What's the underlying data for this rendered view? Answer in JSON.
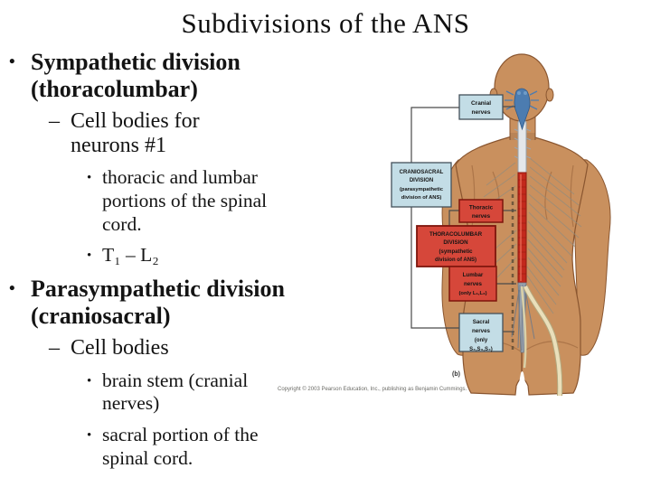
{
  "slide": {
    "title": "Subdivisions of the ANS",
    "outline": [
      {
        "marker": "•",
        "text": "Sympathetic division (thoracolumbar)"
      },
      {
        "marker": "–",
        "text": "Cell bodies for neurons #1"
      },
      {
        "marker": "•",
        "text": "thoracic and lumbar portions of the spinal cord."
      },
      {
        "marker": "•",
        "text": "T₁ – L₂"
      },
      {
        "marker": "•",
        "text": "Parasympathetic division (craniosacral)"
      },
      {
        "marker": "–",
        "text": "Cell bodies"
      },
      {
        "marker": "•",
        "text": "brain stem (cranial nerves)"
      },
      {
        "marker": "•",
        "text": "sacral portion of the spinal cord."
      }
    ]
  },
  "figure": {
    "labels": {
      "cranial": {
        "lines": [
          "Cranial",
          "nerves"
        ]
      },
      "craniosacral": {
        "lines": [
          "CRANIOSACRAL",
          "DIVISION",
          "(parasympathetic",
          "division of ANS)"
        ]
      },
      "thoracic": {
        "lines": [
          "Thoracic",
          "nerves"
        ]
      },
      "thoracolumbar": {
        "lines": [
          "THORACOLUMBAR",
          "DIVISION",
          "(sympathetic",
          "division of ANS)"
        ]
      },
      "lumbar": {
        "lines": [
          "Lumbar",
          "nerves",
          "(only L₁,L₂)"
        ]
      },
      "sacral": {
        "lines": [
          "Sacral",
          "nerves",
          "(only",
          "S₂,S₃,S₄)"
        ]
      },
      "sub_label": "(b)"
    },
    "colors": {
      "skin": "#c9905e",
      "skin_outline": "#8a5630",
      "box_blue": "#c3dde6",
      "box_blue_border": "#44505a",
      "box_red": "#d6473a",
      "box_red_border": "#7e150c",
      "cord_red": "#c3291c",
      "brainstem_blue": "#4c7cb0",
      "nerve_gray": "#938c7d",
      "sciatic_cream": "#eadfba"
    },
    "copyright": "Copyright © 2003 Pearson Education, Inc., publishing as Benjamin Cummings."
  }
}
